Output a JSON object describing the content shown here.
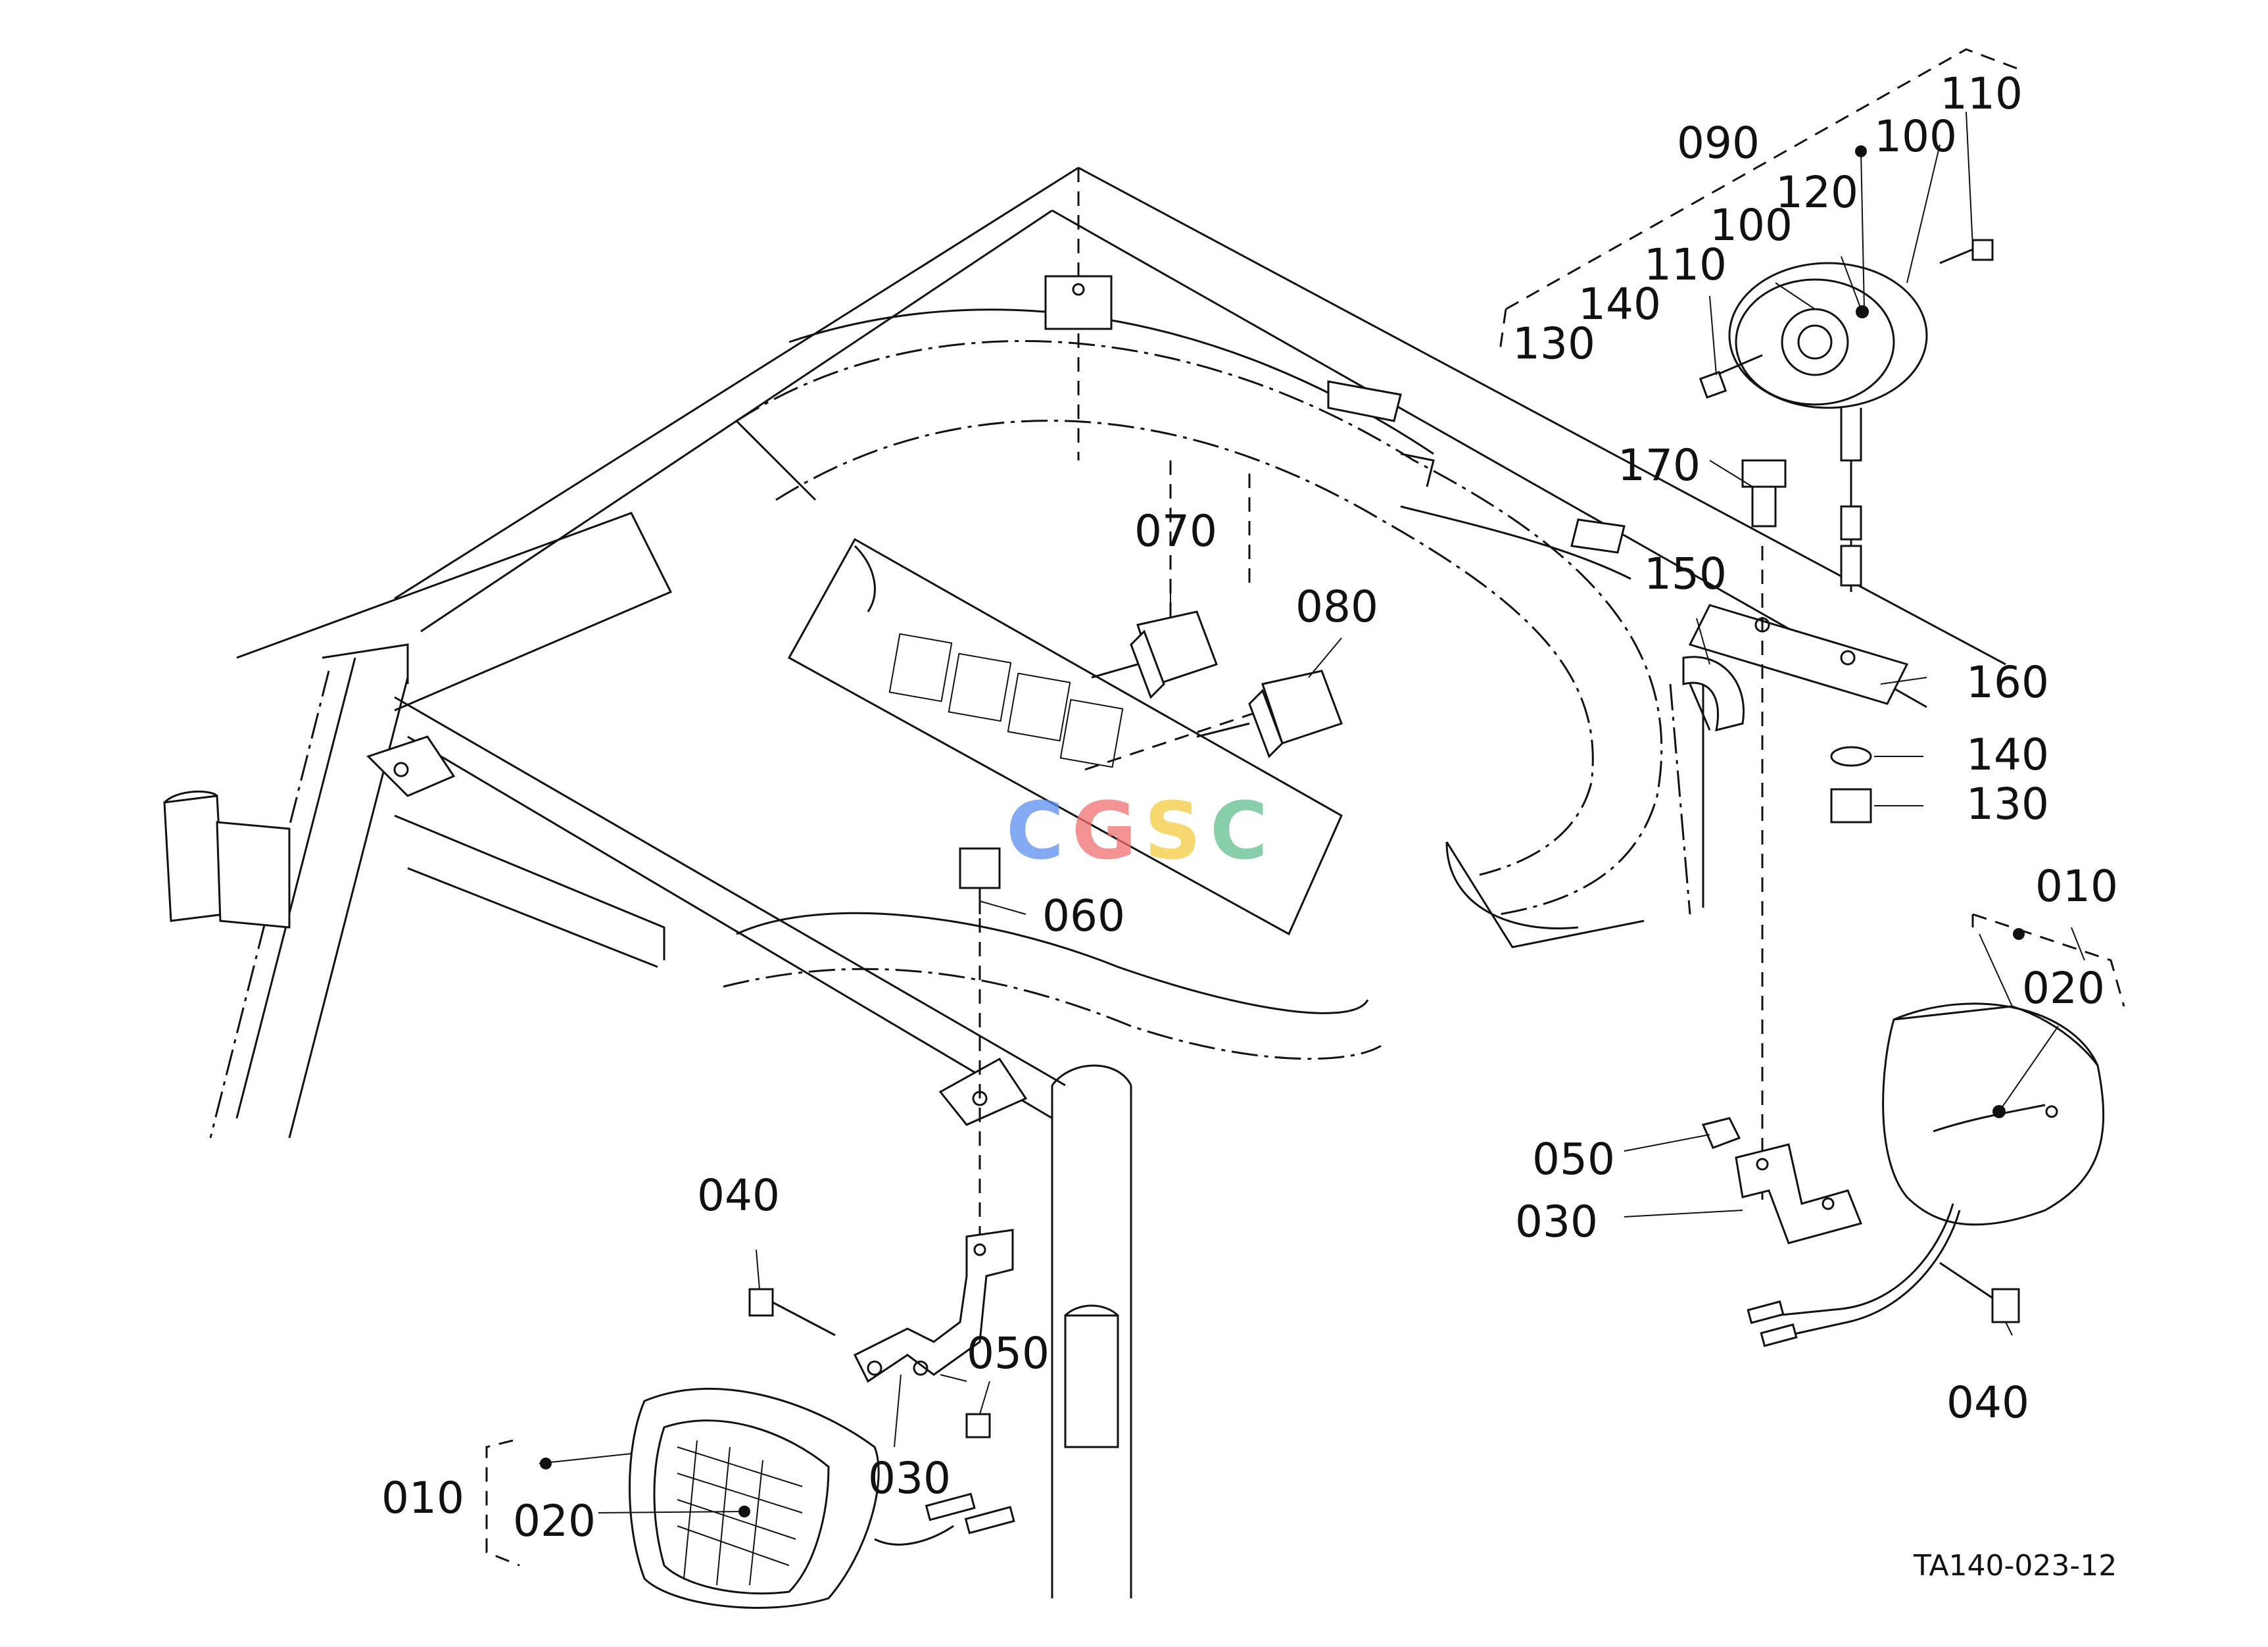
{
  "drawing_code": "TA140-023-12",
  "watermark": {
    "letters": [
      "C",
      "G",
      "S",
      "C"
    ],
    "colors": [
      "#5b8ef0",
      "#f07070",
      "#f5cc3e",
      "#5fc08e"
    ]
  },
  "labels": {
    "p090": "090",
    "p100a": "100",
    "p110a": "110",
    "p120": "120",
    "p100b": "100",
    "p110b": "110",
    "p140a": "140",
    "p130a": "130",
    "p170": "170",
    "p150": "150",
    "p160": "160",
    "p140b": "140",
    "p130b": "130",
    "p070": "070",
    "p080": "080",
    "p060": "060",
    "p010r": "010",
    "p020r": "020",
    "p050r": "050",
    "p030r": "030",
    "p040r": "040",
    "p040l": "040",
    "p050l": "050",
    "p030l": "030",
    "p010l": "010",
    "p020l": "020"
  }
}
